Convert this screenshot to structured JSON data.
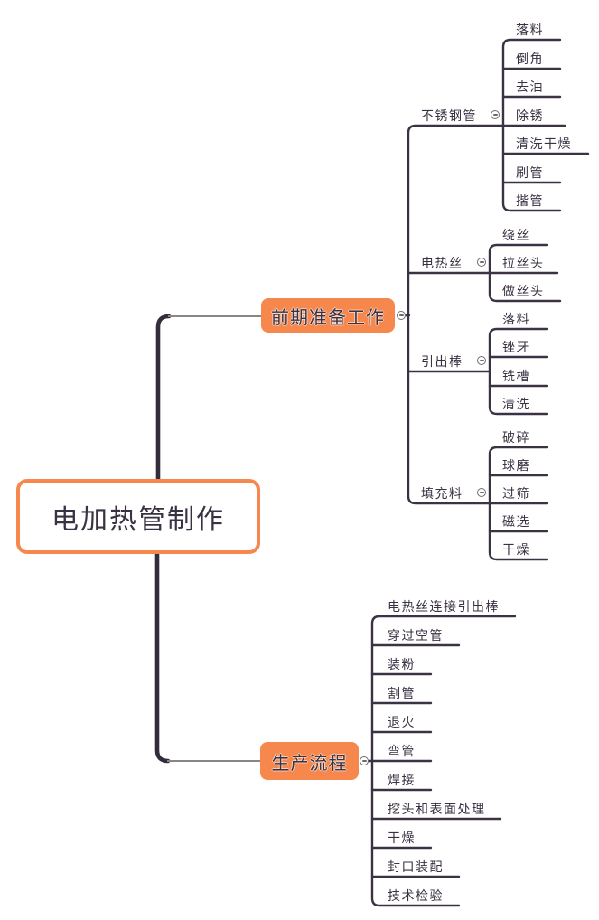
{
  "app": {
    "type": "mind-map"
  },
  "colors": {
    "accent_orange": "#F6884E",
    "line_dark": "#3B3244",
    "trunk_dark": "#332C3B",
    "connector_gray": "#8B8583",
    "text_dark": "#3A3142",
    "background": "#FFFFFF"
  },
  "icons": {
    "collapse_toggle": "circled-minus"
  },
  "root": {
    "label": "电加热管制作"
  },
  "branches": [
    {
      "label": "前期准备工作",
      "children": [
        {
          "label": "不锈钢管",
          "children": [
            "落料",
            "倒角",
            "去油",
            "除锈",
            "清洗干燥",
            "刷管",
            "揩管"
          ]
        },
        {
          "label": "电热丝",
          "children": [
            "绕丝",
            "拉丝头",
            "做丝头"
          ]
        },
        {
          "label": "引出棒",
          "children": [
            "落料",
            "锉牙",
            "铣槽",
            "清洗"
          ]
        },
        {
          "label": "填充料",
          "children": [
            "破碎",
            "球磨",
            "过筛",
            "磁选",
            "干燥"
          ]
        }
      ]
    },
    {
      "label": "生产流程",
      "children": [
        "电热丝连接引出棒",
        "穿过空管",
        "装粉",
        "割管",
        "退火",
        "弯管",
        "焊接",
        "挖头和表面处理",
        "干燥",
        "封口装配",
        "技术检验"
      ]
    }
  ]
}
